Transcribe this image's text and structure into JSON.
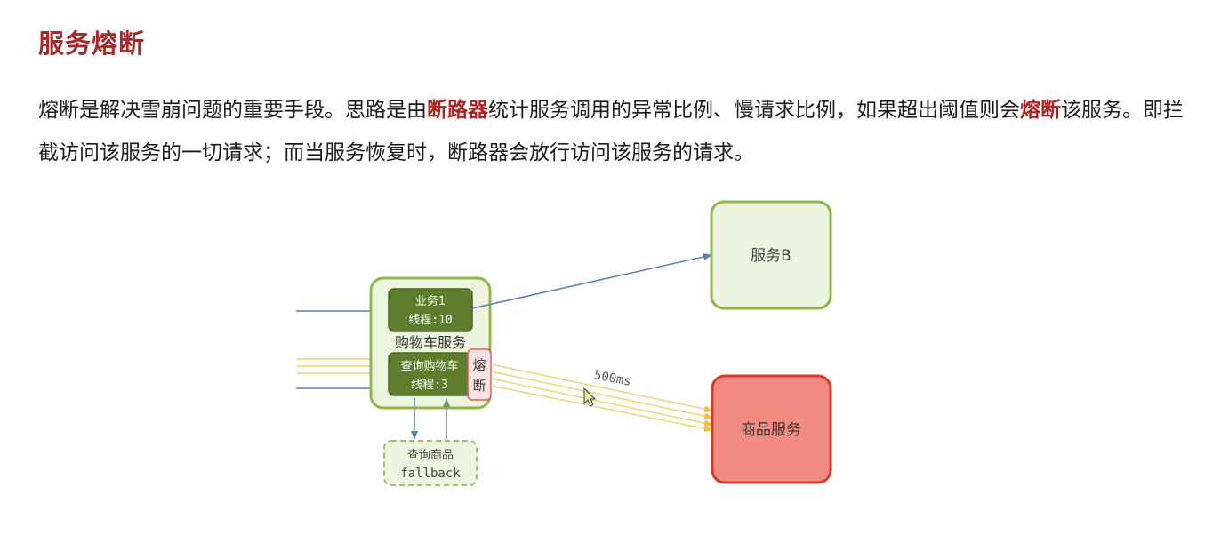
{
  "heading": "服务熔断",
  "paragraph": {
    "p1": "熔断是解决雪崩问题的重要手段。思路是由",
    "h1": "断路器",
    "p2": "统计服务调用的异常比例、慢请求比例，如果超出阈值则会",
    "h2": "熔断",
    "p3": "该服务。即拦截访问该服务的一切请求；而当服务恢复时，断路器会放行访问该服务的请求。"
  },
  "diagram": {
    "cart_service_label": "购物车服务",
    "business1_line1": "业务1",
    "business1_line2": "线程:10",
    "query_cart_line1": "查询购物车",
    "query_cart_line2": "线程:3",
    "breaker_char1": "熔",
    "breaker_char2": "断",
    "fallback_line1": "查询商品",
    "fallback_line2": "fallback",
    "service_b_label": "服务B",
    "product_service_label": "商品服务",
    "latency_label": "500ms"
  },
  "colors": {
    "title_red": "#a52a2a",
    "highlight_red": "#b22222",
    "green_border": "#8db84a",
    "green_fill": "#edf5e0",
    "dark_green": "#5e7e2e",
    "blue_arrow": "#5b7fb5",
    "yellow_arrow": "#f2d272",
    "product_fill": "#f28b82",
    "product_border": "#d93a2b"
  }
}
